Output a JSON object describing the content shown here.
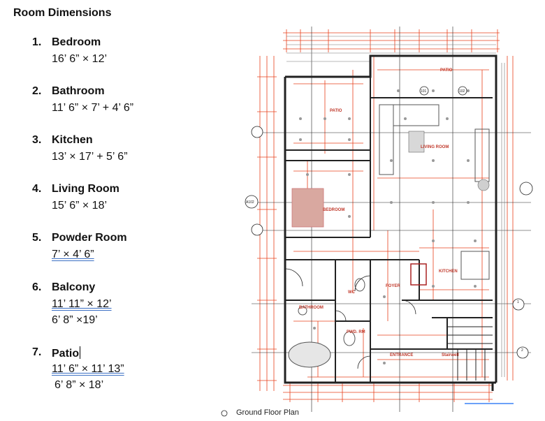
{
  "document": {
    "title": "Room Dimensions",
    "rooms": [
      {
        "num": "1.",
        "name": "Bedroom",
        "dims": [
          "16’ 6” × 12’"
        ]
      },
      {
        "num": "2.",
        "name": "Bathroom",
        "dims": [
          "11’ 6” × 7’ + 4’ 6”"
        ]
      },
      {
        "num": "3.",
        "name": "Kitchen",
        "dims": [
          "13’ × 17’ + 5’ 6”"
        ]
      },
      {
        "num": "4.",
        "name": "Living Room",
        "dims": [
          "15’ 6” × 18’"
        ]
      },
      {
        "num": "5.",
        "name": "Powder Room",
        "dims": [
          "7’ × 4’ 6”"
        ]
      },
      {
        "num": "6.",
        "name": "Balcony",
        "dims": [
          "11’ 11” × 12’",
          "6’ 8” ×19’"
        ]
      },
      {
        "num": "7.",
        "name": "Patio",
        "dims": [
          "11’ 6” × 11’ 13”",
          "6’ 8” × 18’"
        ]
      }
    ]
  },
  "plan": {
    "labels": {
      "patio_top": "PATIO",
      "patio_left": "PATIO",
      "living_room": "LIVING ROOM",
      "bedroom": "BEDROOM",
      "kitchen": "KITCHEN",
      "foyer": "FOYER",
      "wc": "WC",
      "bathroom": "BATHROOM",
      "pwd_rm": "PWD. RM",
      "entrance": "ENTRANCE",
      "stairwell": "Stairwell"
    },
    "markers": {
      "a102": "A102",
      "m101": "101",
      "m102": "102",
      "m1": "1",
      "m2": "2"
    },
    "caption": "Ground Floor Plan",
    "colors": {
      "wall": "#222222",
      "dimension": "#e8401c",
      "accent": "#d96a5a"
    }
  }
}
